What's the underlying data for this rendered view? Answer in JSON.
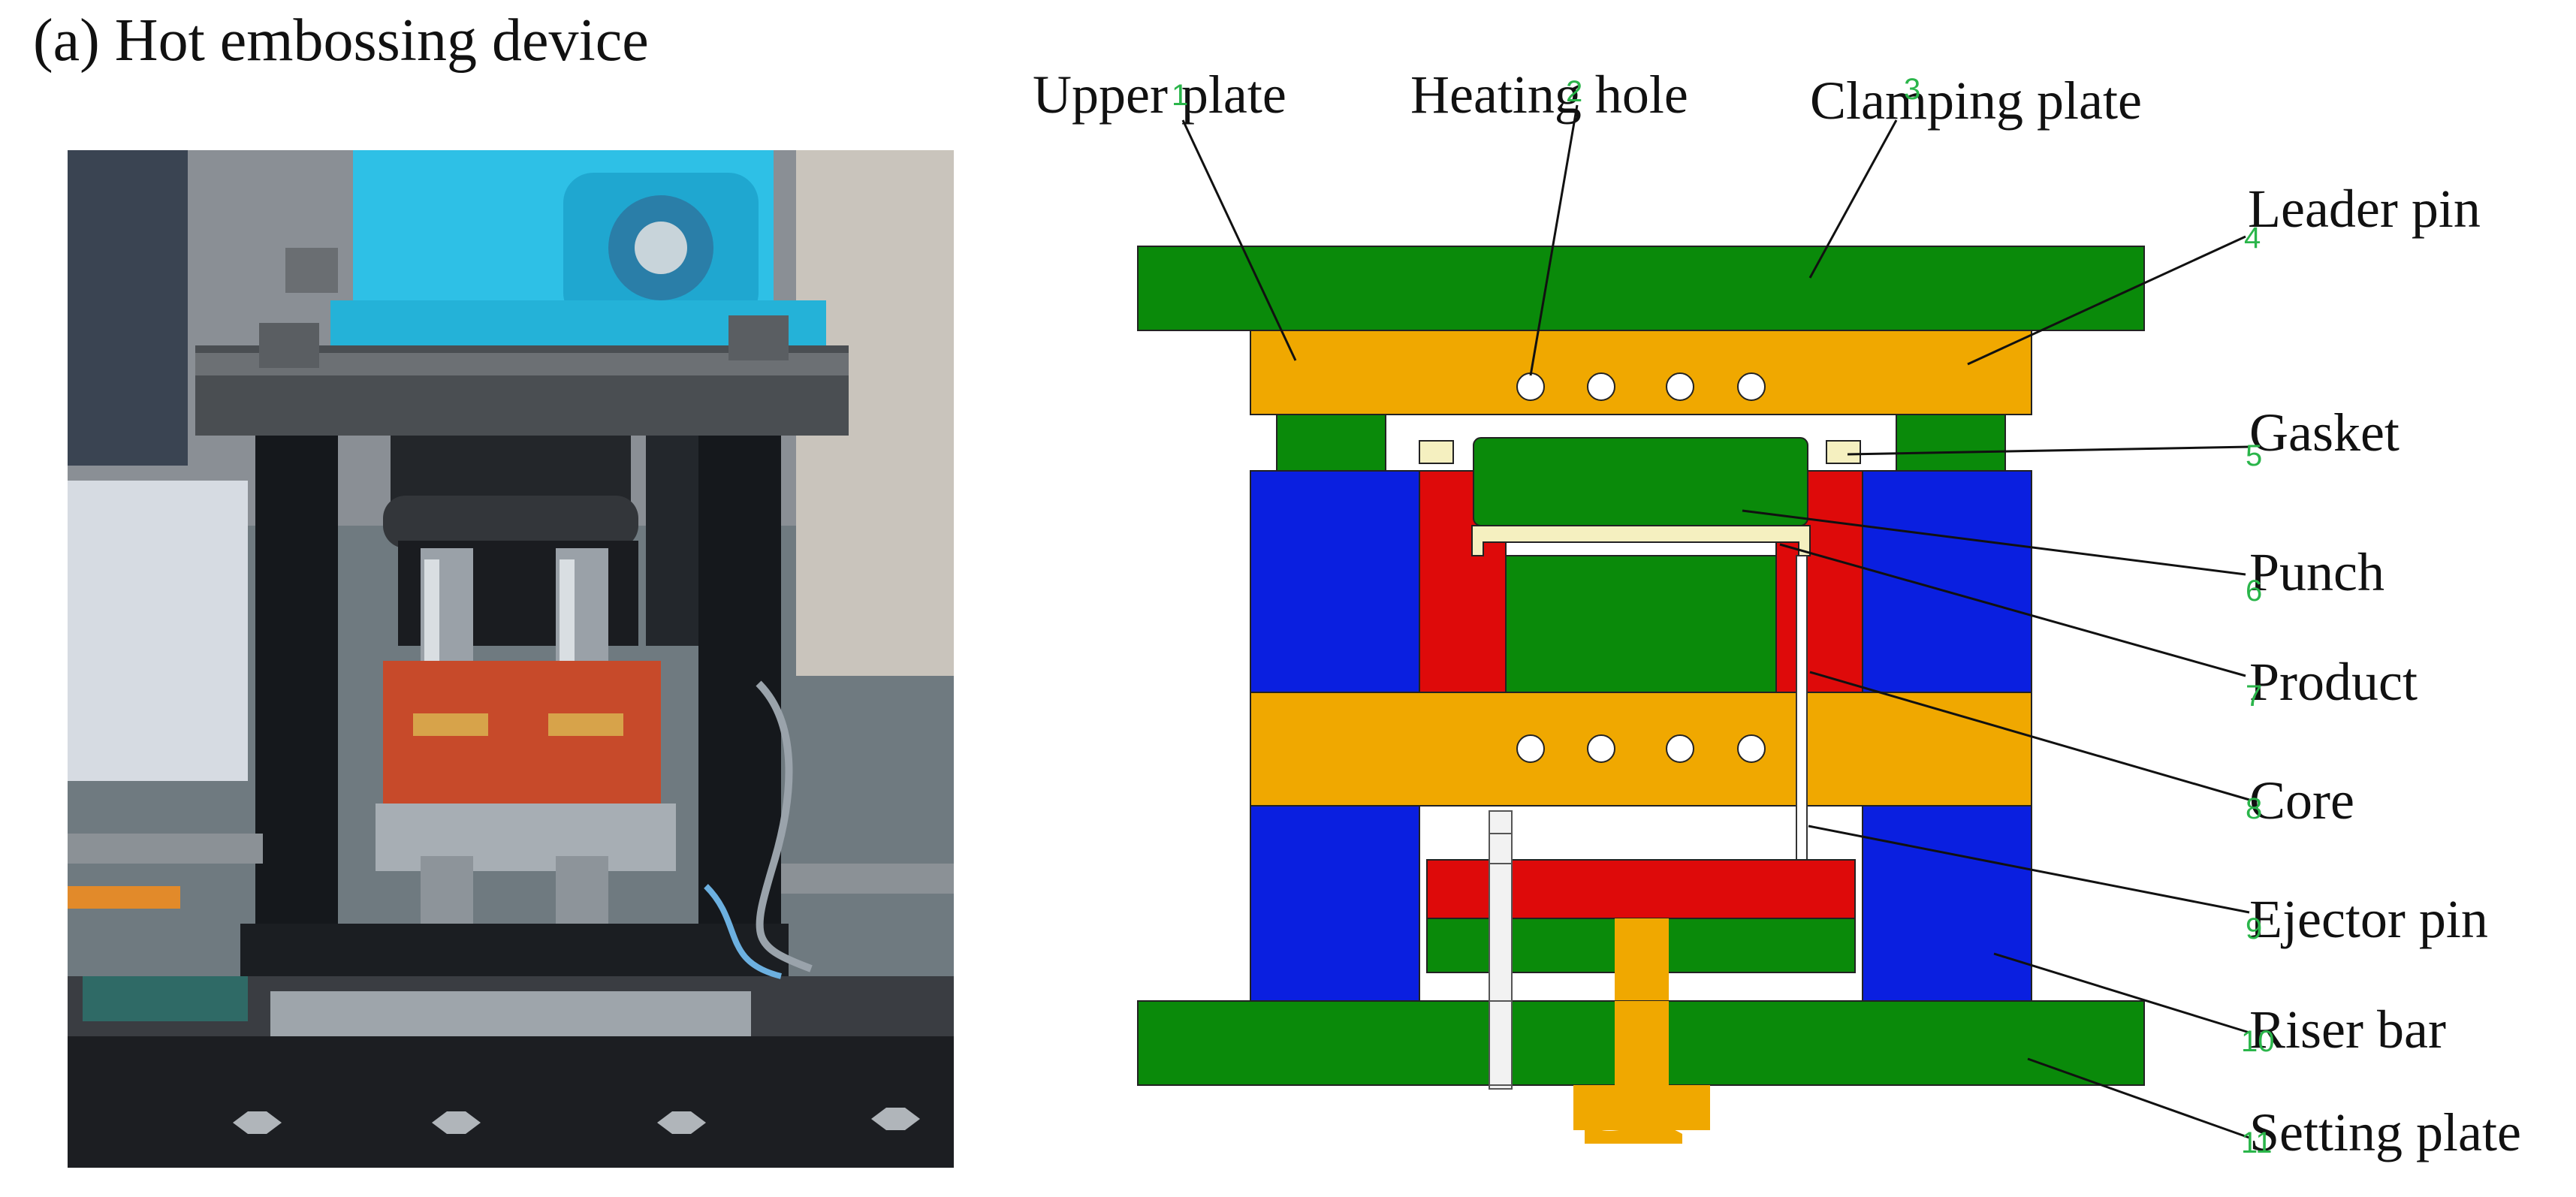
{
  "panel_title": "(a) Hot embossing device",
  "photo": {
    "subject": "hot embossing device photograph"
  },
  "colors": {
    "green": "#0a8a0a",
    "orange": "#f0a800",
    "blue": "#0a1fe0",
    "red": "#de0a0a",
    "gasket": "#f5f0c0"
  },
  "diagram": {
    "labels": [
      {
        "id": "upper-plate",
        "text": "Upper plate",
        "num": "1"
      },
      {
        "id": "heating-hole",
        "text": "Heating hole",
        "num": "2"
      },
      {
        "id": "clamping-plate",
        "text": "Clamping plate",
        "num": "3"
      },
      {
        "id": "leader-pin",
        "text": "Leader pin",
        "num": "4"
      },
      {
        "id": "gasket",
        "text": "Gasket",
        "num": "5"
      },
      {
        "id": "punch",
        "text": "Punch",
        "num": "6"
      },
      {
        "id": "product",
        "text": "Product",
        "num": "7"
      },
      {
        "id": "core",
        "text": "Core",
        "num": "8"
      },
      {
        "id": "ejector-pin",
        "text": "Ejector pin",
        "num": "9"
      },
      {
        "id": "riser-bar",
        "text": "Riser bar",
        "num": "10"
      },
      {
        "id": "setting-plate",
        "text": "Setting plate",
        "num": "11"
      }
    ]
  }
}
